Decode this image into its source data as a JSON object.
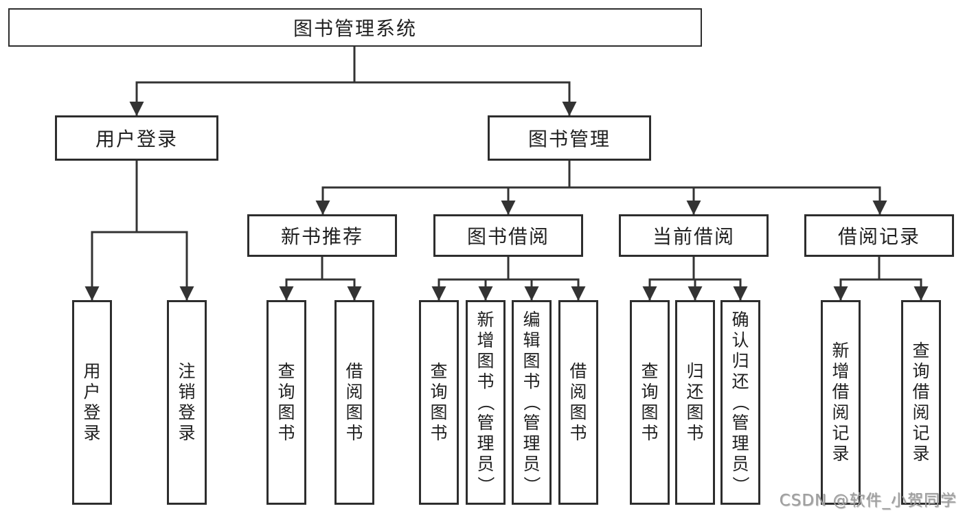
{
  "diagram_type": "functional-structure-tree",
  "tree": {
    "root": {
      "label": "图书管理系统",
      "children": [
        {
          "label": "用户登录",
          "children": [
            {
              "label": "用户登录"
            },
            {
              "label": "注销登录"
            }
          ]
        },
        {
          "label": "图书管理",
          "children": [
            {
              "label": "新书推荐",
              "children": [
                {
                  "label": "查询图书"
                },
                {
                  "label": "借阅图书"
                }
              ]
            },
            {
              "label": "图书借阅",
              "children": [
                {
                  "label": "查询图书"
                },
                {
                  "label": "新增图书（管理员）"
                },
                {
                  "label": "编辑图书（管理员）"
                },
                {
                  "label": "借阅图书"
                }
              ]
            },
            {
              "label": "当前借阅",
              "children": [
                {
                  "label": "查询图书"
                },
                {
                  "label": "归还图书"
                },
                {
                  "label": "确认归还（管理员）"
                }
              ]
            },
            {
              "label": "借阅记录",
              "children": [
                {
                  "label": "新增借阅记录"
                },
                {
                  "label": "查询借阅记录"
                }
              ]
            }
          ]
        }
      ]
    }
  },
  "watermark": {
    "text": "CSDN @软件_小贺同学"
  },
  "colors": {
    "line": "#333333",
    "box_border": "#2d2d2d",
    "text": "#1f1f1f",
    "background": "#ffffff",
    "watermark": "#9e9e9e"
  }
}
